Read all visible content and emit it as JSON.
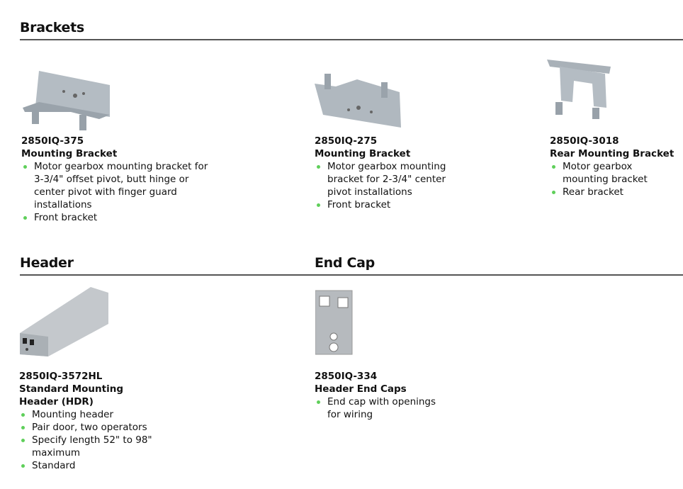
{
  "sections": {
    "brackets": {
      "title": "Brackets"
    },
    "header": {
      "title": "Header"
    },
    "endcap": {
      "title": "End Cap"
    }
  },
  "items": [
    {
      "part": "2850IQ-375",
      "name": "Mounting Bracket",
      "bullets": [
        "Motor gearbox mounting bracket for 3-3/4\" offset pivot, butt hinge or center pivot with finger guard installations",
        "Front bracket"
      ]
    },
    {
      "part": "2850IQ-275",
      "name": "Mounting Bracket",
      "bullets": [
        "Motor gearbox mounting bracket for 2-3/4\" center pivot installations",
        "Front bracket"
      ]
    },
    {
      "part": "2850IQ-3018",
      "name": "Rear Mounting Bracket",
      "bullets": [
        "Motor gearbox mounting bracket",
        "Rear bracket"
      ]
    },
    {
      "part": "2850IQ-3572HL",
      "name": "Standard Mounting Header (HDR)",
      "bullets": [
        "Mounting header",
        "Pair door, two operators",
        "Specify length 52\" to 98\" maximum",
        "Standard"
      ]
    },
    {
      "part": "2850IQ-334",
      "name": "Header End Caps",
      "bullets": [
        "End cap with openings for wiring"
      ]
    }
  ],
  "colors": {
    "bullet": "#5fcf5a",
    "part_gray": "#a9b0b6"
  }
}
